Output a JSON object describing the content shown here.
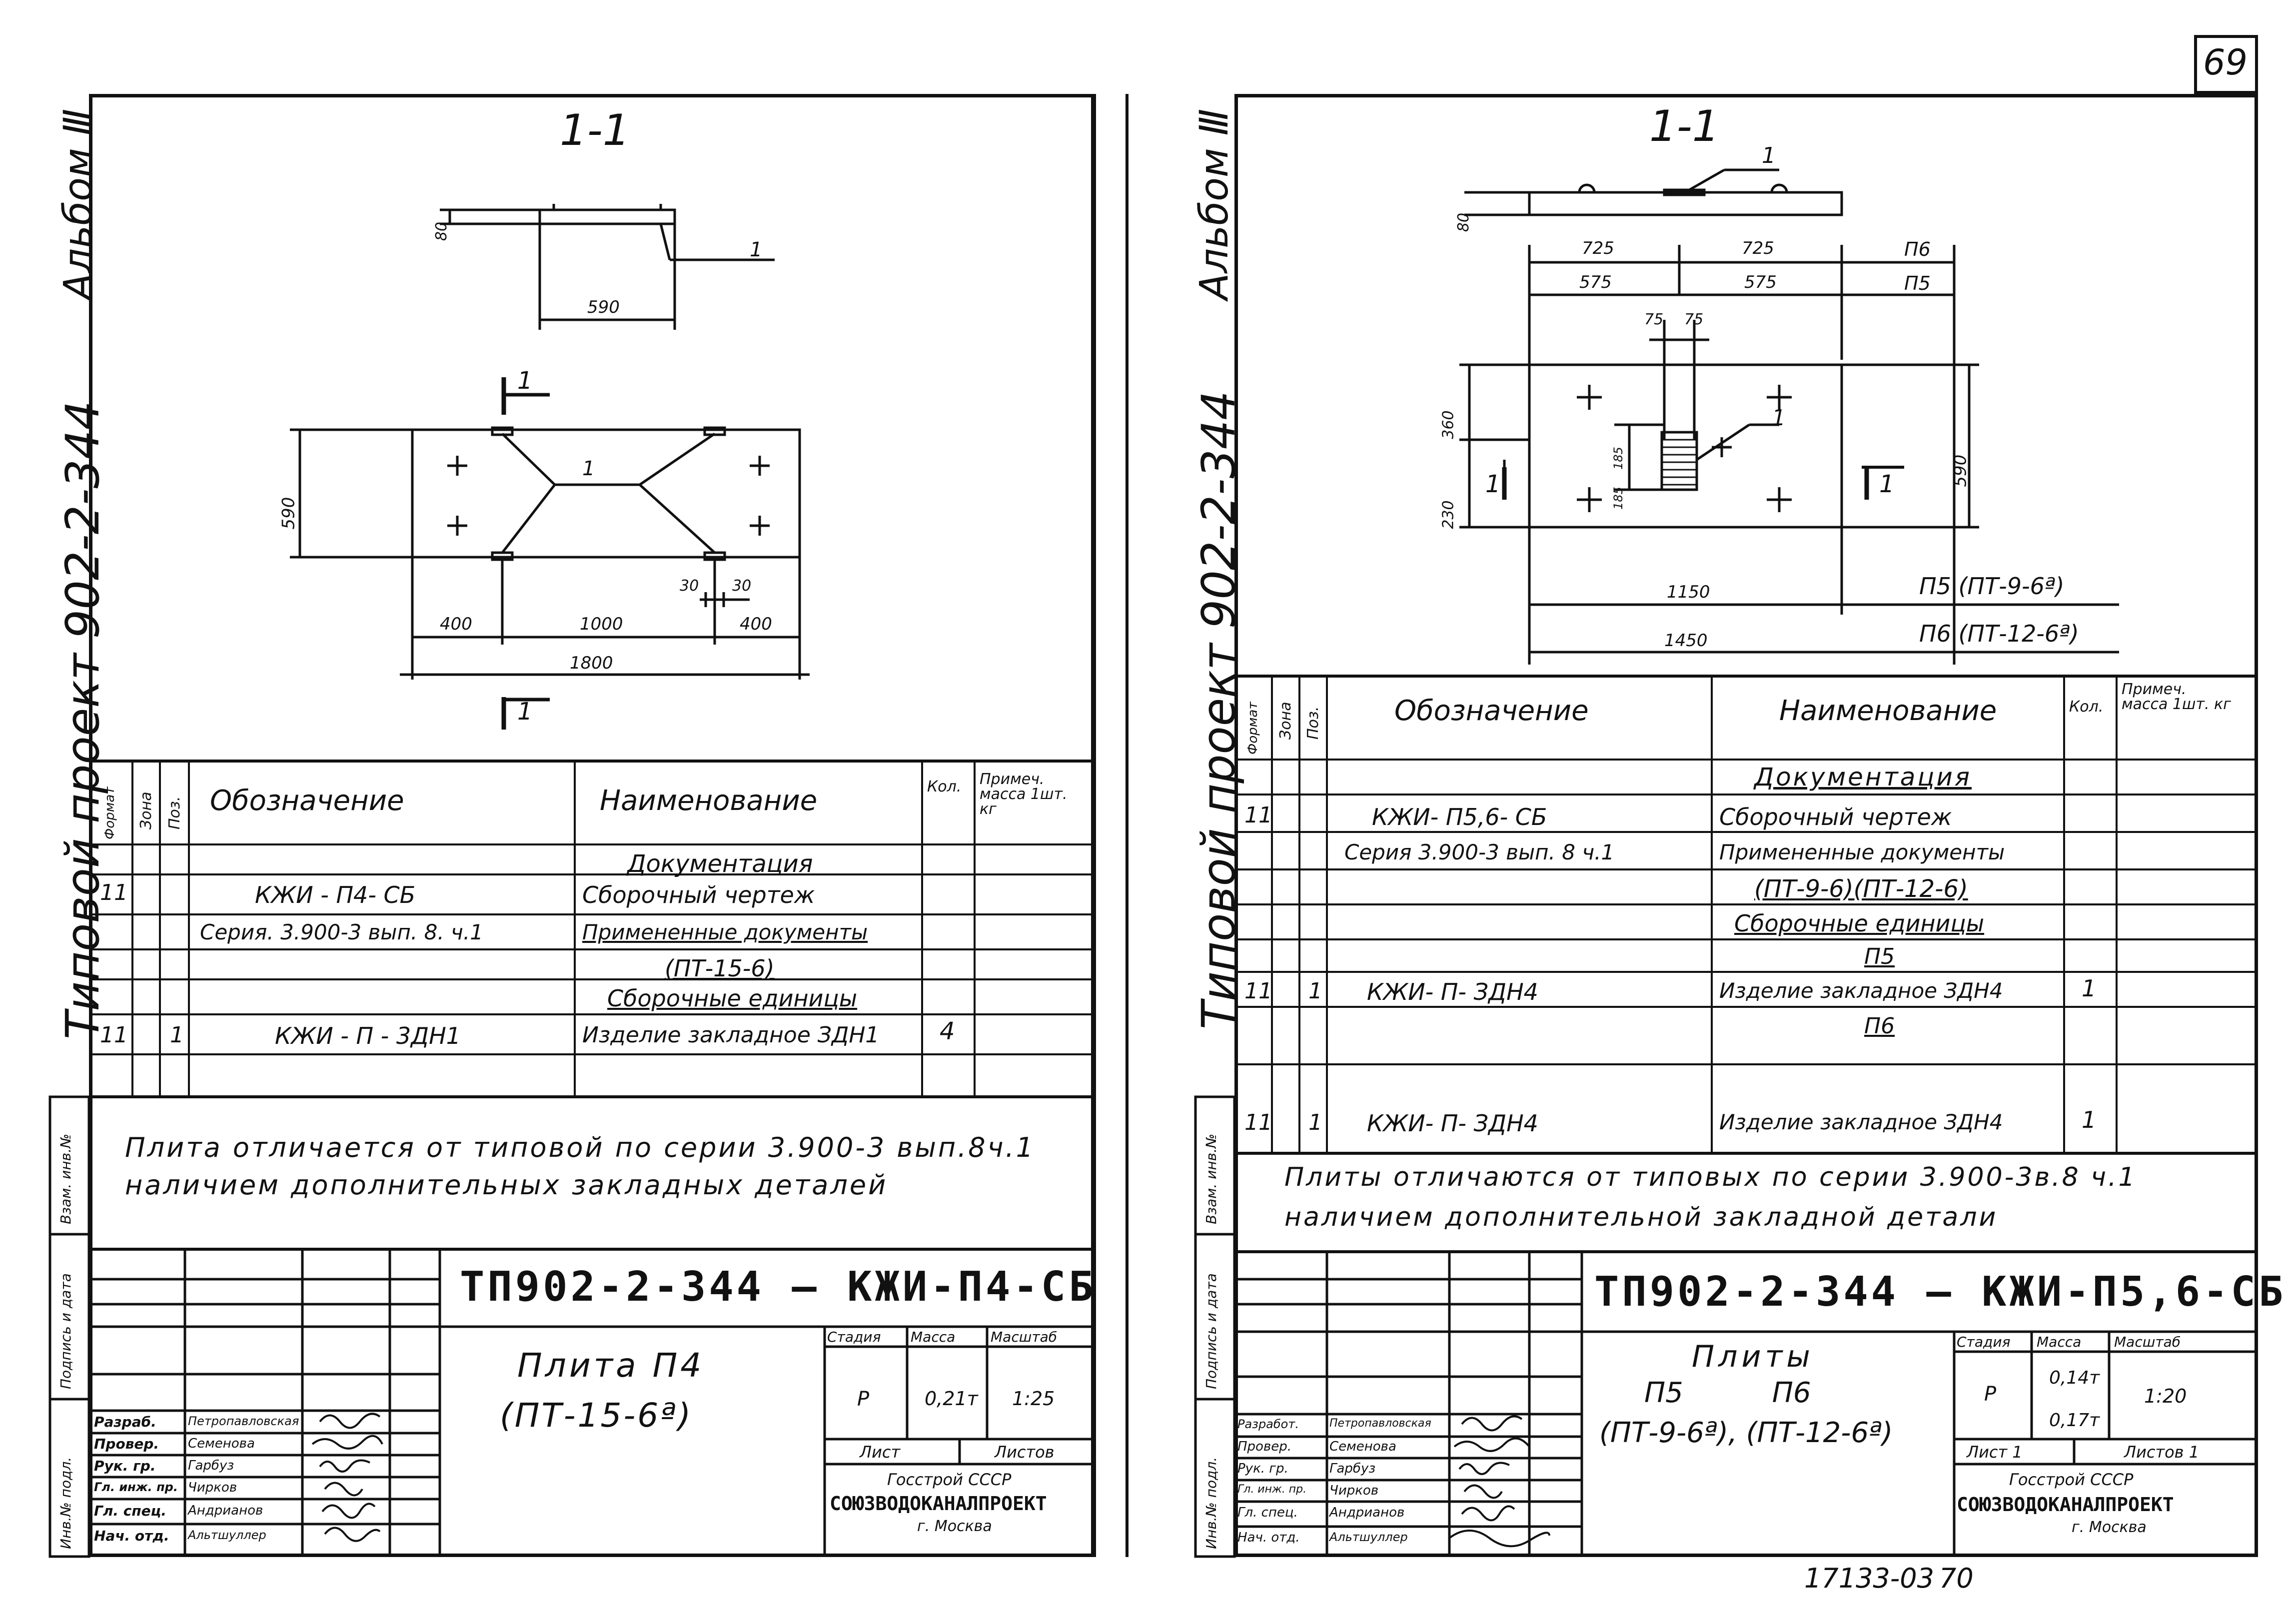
{
  "page": {
    "sheet_number": "69",
    "bottom_code": "17133-03",
    "bottom_page": "70"
  },
  "left": {
    "side_album": "Альбом Ⅲ",
    "side_project": "Типовой проект 902-2-344",
    "section_title": "1-1",
    "dims": {
      "h80": "80",
      "w590": "590",
      "pos1_a": "1",
      "pos1_b": "1",
      "h590": "590",
      "d400a": "400",
      "d1000": "1000",
      "d400b": "400",
      "d30a": "30",
      "d30b": "30",
      "d1800": "1800",
      "cut1_top": "1",
      "cut1_bot": "1"
    },
    "table_headers": {
      "format": "Формат",
      "zone": "Зона",
      "pos": "Поз.",
      "designation": "Обозначение",
      "name": "Наименование",
      "qty": "Кол.",
      "note": "Примеч. масса 1шт. кг"
    },
    "rows": [
      {
        "format": "",
        "pos": "",
        "designation": "",
        "name": "Документация",
        "qty": ""
      },
      {
        "format": "11",
        "pos": "",
        "designation": "КЖИ - П4- СБ",
        "name": "Сборочный чертеж",
        "qty": ""
      },
      {
        "format": "",
        "pos": "",
        "designation": "Серия. 3.900-3 вып. 8. ч.1",
        "name": "Примененные документы",
        "qty": ""
      },
      {
        "format": "",
        "pos": "",
        "designation": "",
        "name": "(ПТ-15-6)",
        "qty": ""
      },
      {
        "format": "",
        "pos": "",
        "designation": "",
        "name": "Сборочные единицы",
        "qty": ""
      },
      {
        "format": "11",
        "pos": "1",
        "designation": "КЖИ - П - 3ДН1",
        "name": "Изделие закладное ЗДН1",
        "qty": "4"
      }
    ],
    "note_line1": "Плита отличается от типовой по серии 3.900-3 вып.8ч.1",
    "note_line2": "наличием дополнительных закладных деталей",
    "side_stamp": [
      "Инв.№ подл.",
      "Подпись и дата",
      "Взам. инв.№"
    ],
    "title_code": "ТП902-2-344 — КЖИ-П4-СБ",
    "title_name1": "Плита П4",
    "title_name2": "(ПТ-15-6ª)",
    "stage_label": "Стадия",
    "mass_label": "Масса",
    "scale_label": "Масштаб",
    "stage": "Р",
    "mass": "0,21т",
    "scale": "1:25",
    "sheet_label": "Лист",
    "sheets_label": "Листов",
    "org1": "Госстрой СССР",
    "org2": "СОЮЗВОДОКАНАЛПРОЕКТ",
    "org3": "г. Москва",
    "roles": [
      {
        "role": "Разраб.",
        "name": "Петропавловская"
      },
      {
        "role": "Провер.",
        "name": "Семенова"
      },
      {
        "role": "Рук. гр.",
        "name": "Гарбуз"
      },
      {
        "role": "Гл. инж. пр.",
        "name": "Чирков"
      },
      {
        "role": "Гл. спец.",
        "name": "Андрианов"
      },
      {
        "role": "Нач. отд.",
        "name": "Альтшуллер"
      }
    ]
  },
  "right": {
    "side_album": "Альбом Ⅲ",
    "side_project": "Типовой проект 902-2-344",
    "section_title": "1-1",
    "dims": {
      "h80": "80",
      "pos1": "1",
      "d725a": "725",
      "d725b": "725",
      "p6": "П6",
      "d575a": "575",
      "d575b": "575",
      "p5": "П5",
      "d75a": "75",
      "d75b": "75",
      "h360": "360",
      "h230": "230",
      "h185a": "185",
      "h185b": "185",
      "h590": "590",
      "pos1b": "1",
      "cut_l": "1",
      "cut_r": "1",
      "d1150": "1150",
      "d1450": "1450",
      "p5_label": "П5 (ПТ-9-6ª)",
      "p6_label": "П6 (ПТ-12-6ª)"
    },
    "table_headers": {
      "format": "Формат",
      "zone": "Зона",
      "pos": "Поз.",
      "designation": "Обозначение",
      "name": "Наименование",
      "qty": "Кол.",
      "note": "Примеч. масса 1шт. кг"
    },
    "rows": [
      {
        "format": "",
        "pos": "",
        "designation": "",
        "name": "Документация",
        "qty": ""
      },
      {
        "format": "11",
        "pos": "",
        "designation": "КЖИ- П5,6- СБ",
        "name": "Сборочный чертеж",
        "qty": ""
      },
      {
        "format": "",
        "pos": "",
        "designation": "Серия 3.900-3 вып. 8 ч.1",
        "name": "Примененные документы",
        "qty": ""
      },
      {
        "format": "",
        "pos": "",
        "designation": "",
        "name": "(ПТ-9-6)(ПТ-12-6)",
        "qty": ""
      },
      {
        "format": "",
        "pos": "",
        "designation": "",
        "name": "Сборочные единицы",
        "qty": ""
      },
      {
        "format": "",
        "pos": "",
        "designation": "",
        "name": "П5",
        "qty": ""
      },
      {
        "format": "11",
        "pos": "1",
        "designation": "КЖИ- П- ЗДН4",
        "name": "Изделие закладное ЗДН4",
        "qty": "1"
      },
      {
        "format": "",
        "pos": "",
        "designation": "",
        "name": "П6",
        "qty": ""
      },
      {
        "format": "11",
        "pos": "1",
        "designation": "КЖИ- П- ЗДН4",
        "name": "Изделие закладное ЗДН4",
        "qty": "1"
      }
    ],
    "note_line1": "Плиты отличаются от типовых по серии 3.900-3в.8 ч.1",
    "note_line2": "наличием дополнительной закладной детали",
    "side_stamp": [
      "Инв.№ подл.",
      "Подпись и дата",
      "Взам. инв.№"
    ],
    "title_code": "ТП902-2-344 — КЖИ-П5,6-СБ",
    "title_name1": "Плиты",
    "title_name2": "П5          П6",
    "title_name3": "(ПТ-9-6ª), (ПТ-12-6ª)",
    "stage_label": "Стадия",
    "mass_label": "Масса",
    "scale_label": "Масштаб",
    "stage": "Р",
    "mass1": "0,14т",
    "mass2": "0,17т",
    "scale": "1:20",
    "sheet_label": "Лист 1",
    "sheets_label": "Листов 1",
    "org1": "Госстрой СССР",
    "org2": "СОЮЗВОДОКАНАЛПРОЕКТ",
    "org3": "г. Москва",
    "roles": [
      {
        "role": "Разработ.",
        "name": "Петропавловская"
      },
      {
        "role": "Провер.",
        "name": "Семенова"
      },
      {
        "role": "Рук. гр.",
        "name": "Гарбуз"
      },
      {
        "role": "Гл. инж. пр.",
        "name": "Чирков"
      },
      {
        "role": "Гл. спец.",
        "name": "Андрианов"
      },
      {
        "role": "Нач. отд.",
        "name": "Альтшуллер"
      }
    ]
  }
}
